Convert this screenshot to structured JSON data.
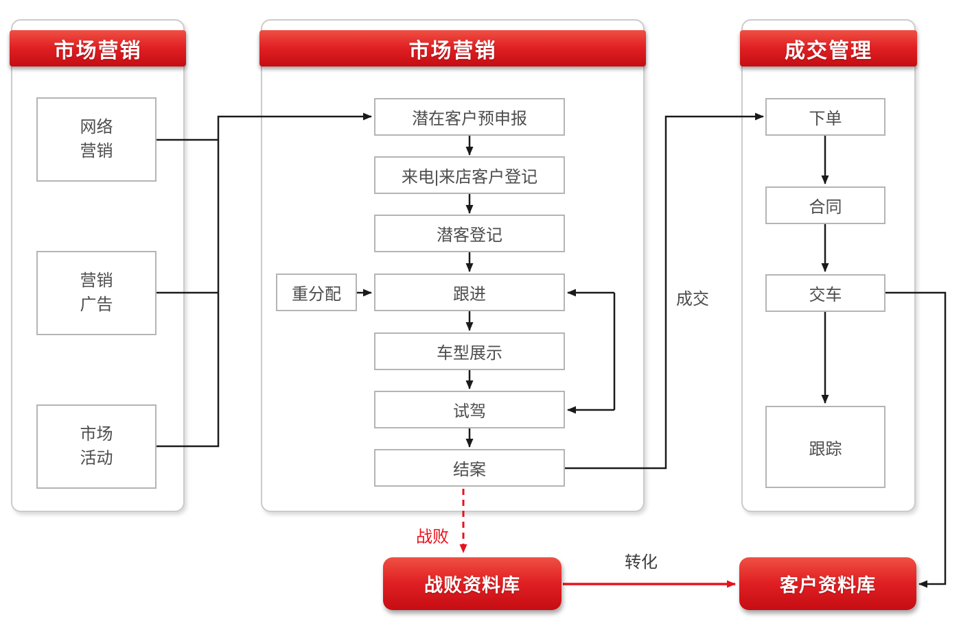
{
  "colors": {
    "brand_red_top": "#ef5044",
    "brand_red_bottom": "#c50d13",
    "connector_black": "#1a1a1a",
    "connector_red": "#e8111c",
    "box_border_gray": "#b4b4b4",
    "box_text_gray": "#4d4d4d"
  },
  "panels": [
    {
      "title": "市场营销",
      "boxes": [
        {
          "label": "网络\n营销"
        },
        {
          "label": "营销\n广告"
        },
        {
          "label": "市场\n活动"
        }
      ]
    },
    {
      "title": "市场营销",
      "side_box": {
        "label": "重分配"
      },
      "boxes": [
        {
          "label": "潜在客户预申报"
        },
        {
          "label": "来电|来店客户登记"
        },
        {
          "label": "潜客登记"
        },
        {
          "label": "跟进"
        },
        {
          "label": "车型展示"
        },
        {
          "label": "试驾"
        },
        {
          "label": "结案"
        }
      ]
    },
    {
      "title": "成交管理",
      "boxes": [
        {
          "label": "下单"
        },
        {
          "label": "合同"
        },
        {
          "label": "交车"
        },
        {
          "label": "跟踪"
        }
      ]
    }
  ],
  "databases": [
    {
      "label": "战败资料库"
    },
    {
      "label": "客户资料库"
    }
  ],
  "edge_labels": {
    "deal": "成交",
    "lost": "战败",
    "convert": "转化"
  }
}
